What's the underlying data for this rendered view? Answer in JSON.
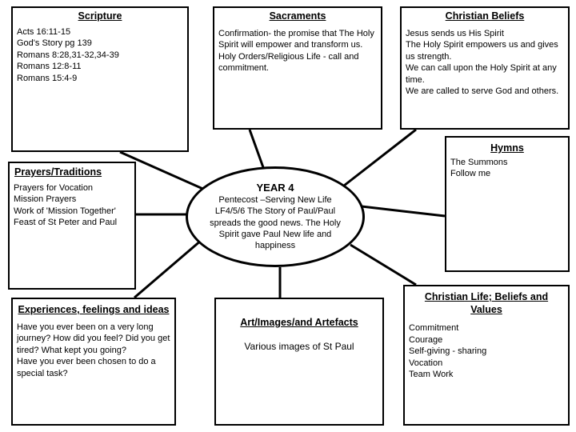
{
  "diagram": {
    "center": {
      "title": "YEAR 4",
      "body": "Pentecost –Serving New Life\nLF4/5/6 The Story of Paul/Paul spreads the good news. The Holy Spirit gave Paul New life and happiness"
    },
    "nodes": [
      {
        "id": "scripture",
        "title": "Scripture",
        "body": "Acts 16:11-15\nGod's Story pg 139\nRomans 8:28,31-32,34-39\nRomans 12:8-11\nRomans 15:4-9"
      },
      {
        "id": "sacraments",
        "title": "Sacraments",
        "body": "Confirmation- the promise that The Holy Spirit will empower and transform us.\nHoly Orders/Religious Life - call and commitment."
      },
      {
        "id": "beliefs",
        "title": "Christian Beliefs",
        "body": "Jesus sends us His Spirit\nThe Holy Spirit empowers us and gives us strength.\nWe can call upon the Holy Spirit at any time.\nWe are called to serve God and others."
      },
      {
        "id": "hymns",
        "title": "Hymns",
        "body": "The Summons\nFollow me"
      },
      {
        "id": "prayers",
        "title": "Prayers/Traditions",
        "body": "Prayers for Vocation\nMission Prayers\nWork of 'Mission Together'\nFeast of St Peter and Paul"
      },
      {
        "id": "experiences",
        "title": "Experiences, feelings and ideas",
        "body": "Have you ever been on a very long journey? How did you feel? Did you get tired? What kept you going?\nHave you ever been chosen to do  a special task?"
      },
      {
        "id": "art",
        "title": "Art/Images/and Artefacts",
        "body": "Various images of St Paul"
      },
      {
        "id": "life",
        "title": "Christian Life; Beliefs and Values",
        "body": "Commitment\nCourage\nSelf-giving - sharing\nVocation\nTeam Work"
      }
    ],
    "colors": {
      "stroke": "#000000",
      "background": "#ffffff"
    }
  }
}
